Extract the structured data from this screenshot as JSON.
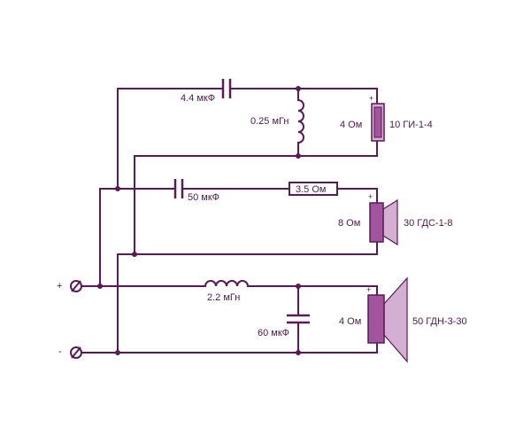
{
  "terminals": {
    "positive": "+",
    "negative": "-"
  },
  "components": {
    "c_tweeter": "4.4 мкФ",
    "l_tweeter": "0.25 мГн",
    "c_mid": "50 мкФ",
    "r_mid": "3.5 Ом",
    "l_woofer": "2.2 мГн",
    "c_woofer": "60 мкФ"
  },
  "speakers": {
    "tweeter": {
      "impedance": "4 Ом",
      "model": "10 ГИ-1-4",
      "polarity": "+"
    },
    "midrange": {
      "impedance": "8 Ом",
      "model": "30 ГДС-1-8",
      "polarity": "+"
    },
    "woofer": {
      "impedance": "4 Ом",
      "model": "50 ГДН-3-30",
      "polarity": "+"
    }
  },
  "colors": {
    "wire": "#5a1a57",
    "speaker_fill": "#a2549d",
    "speaker_cone": "#d3b0d2"
  }
}
